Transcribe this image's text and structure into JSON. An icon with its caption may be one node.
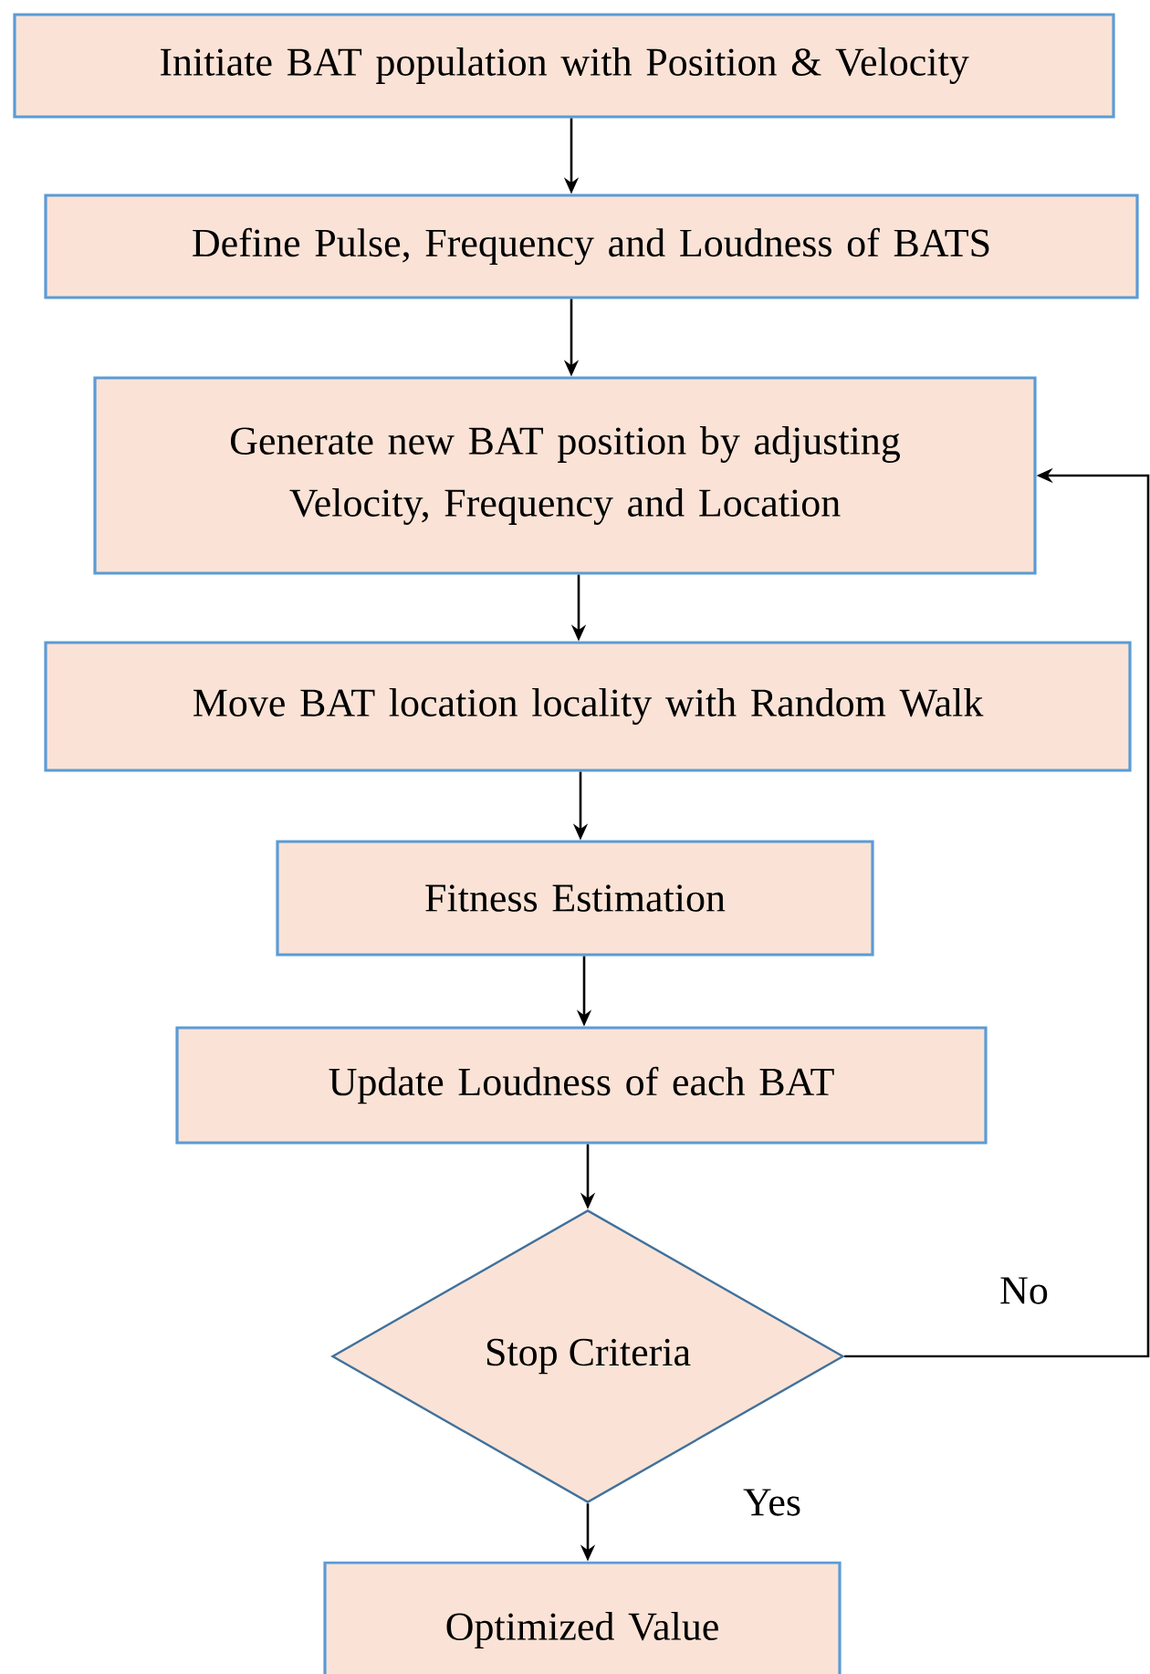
{
  "diagram": {
    "nodes": [
      {
        "text": [
          "Initiate BAT population with Position & Velocity"
        ]
      },
      {
        "text": [
          "Define Pulse, Frequency and Loudness of BATS"
        ]
      },
      {
        "text": [
          "Generate new BAT position by adjusting Velocity, Frequency and Location"
        ]
      },
      {
        "text": [
          "Move BAT location locality with Random Walk"
        ]
      },
      {
        "text": [
          "Fitness Estimation"
        ]
      },
      {
        "text": [
          "Update Loudness of each BAT"
        ]
      },
      {
        "text": [
          "Stop Criteria"
        ]
      },
      {
        "text": [
          "Optimized Value"
        ]
      }
    ],
    "edges": [
      {
        "from": 0,
        "to": 1,
        "arrow": "to"
      },
      {
        "from": 1,
        "to": 2,
        "arrow": "to"
      },
      {
        "from": 2,
        "to": 3,
        "arrow": "to"
      },
      {
        "from": 3,
        "to": 4,
        "arrow": "to"
      },
      {
        "from": 4,
        "to": 5,
        "arrow": "to"
      },
      {
        "from": 5,
        "to": 6,
        "arrow": "to"
      },
      {
        "from": 6,
        "to": 2,
        "arrow": "to",
        "label": "No"
      },
      {
        "from": 6,
        "to": 7,
        "arrow": "to",
        "label": "Yes"
      }
    ]
  }
}
